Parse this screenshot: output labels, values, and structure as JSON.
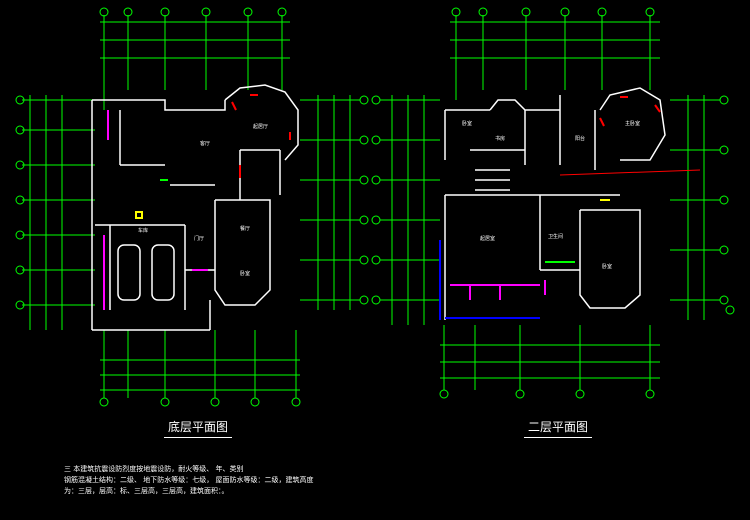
{
  "titles": {
    "ground_floor": "底层平面图",
    "second_floor": "二层平面图"
  },
  "notes": [
    "三  本建筑抗震设防烈度按地震设防，耐火等级、    年、类别",
    "    钢筋混凝土结构：二级、  地下防水等级：七级， 屋面防水等级：二级，建筑高度",
    "    为：三层，层高：标、三层高，三层高，建筑面积：。"
  ],
  "room_labels": {
    "ground": [
      "客厅",
      "起居厅",
      "餐厅",
      "车库",
      "卧室",
      "门厅"
    ],
    "second": [
      "卧室",
      "书房",
      "主卧室",
      "起居室",
      "卫生间",
      "卧室",
      "阳台"
    ]
  },
  "colors": {
    "grid": "#00ff00",
    "wall": "#ffffff",
    "accent_red": "#ff0000",
    "accent_magenta": "#ff00ff",
    "accent_blue": "#0000ff",
    "accent_yellow": "#ffff00",
    "background": "#000000"
  }
}
